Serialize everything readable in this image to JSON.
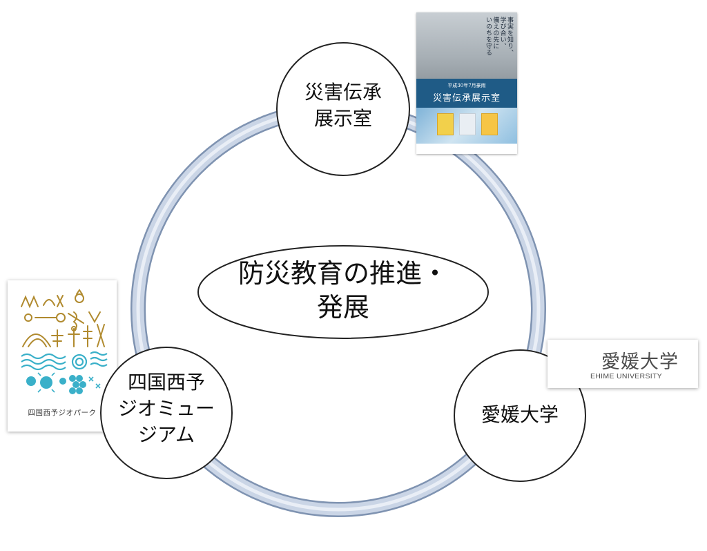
{
  "center": {
    "line1": "防災教育の推進・",
    "line2": "発展"
  },
  "nodes": {
    "top": {
      "line1": "災害伝承",
      "line2": "展示室"
    },
    "left": {
      "line1": "四国西予",
      "line2": "ジオミュー",
      "line3": "ジアム"
    },
    "right": {
      "line1": "愛媛大学"
    }
  },
  "poster": {
    "headline_col1": "事実を知り、",
    "headline_col2": "学び合い、",
    "headline_col3": "備えの先に",
    "headline_col4": "いのちを守る",
    "band_subtitle": "平成30年7月豪雨",
    "band_title": "災害伝承展示室"
  },
  "university_logo": {
    "name_jp": "愛媛大学",
    "name_en": "EHIME UNIVERSITY",
    "accent_color": "#f2b705"
  },
  "geopark_logo": {
    "name": "四国西予ジオパーク",
    "gold_color": "#b08a2e",
    "blue_color": "#3ab0c9"
  },
  "colors": {
    "ring_fill": "#c8d3e5",
    "ring_edge": "#8fa2bd",
    "circle_stroke": "#222222"
  }
}
